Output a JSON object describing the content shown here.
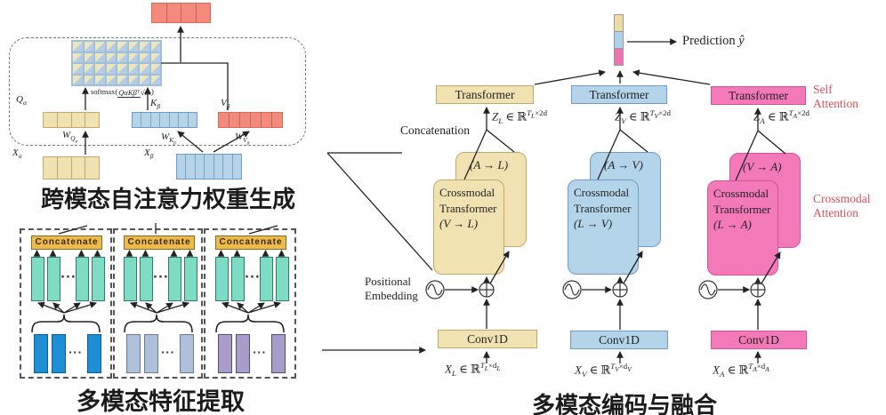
{
  "palette": {
    "yellow": "#F1E2B1",
    "yellow_border": "#C2A96B",
    "blue": "#B4D4EA",
    "blue_border": "#6E9CC9",
    "pink": "#F479B8",
    "pink_border": "#D8509C",
    "salmon": "#F48A7B",
    "salmon_border": "#D96A58",
    "teal": "#7FDCC4",
    "orange": "#EDBA4D",
    "red_label": "#D94F5C",
    "line": "#222222"
  },
  "qkv": {
    "title": "跨模态自注意力权重生成",
    "matrix": {
      "rows": 4,
      "cols": 8
    },
    "bars": {
      "out_cells": 4,
      "q_cells": 4,
      "k_cells": 7,
      "v_cells": 6,
      "xa_cells": 4,
      "xb_cells": 7
    },
    "formula": {
      "fn": "softmax",
      "open": "(",
      "top": "QαKβᵀ",
      "bottom": "√dₖ",
      "close": ")"
    },
    "labels": {
      "Q": {
        "v": "Q",
        "sub": "α"
      },
      "K": {
        "v": "K",
        "sub": "β"
      },
      "V": {
        "v": "V",
        "sub": "β"
      },
      "Xa": {
        "v": "X",
        "sub": "α"
      },
      "Xb": {
        "v": "X",
        "sub": "β"
      },
      "WQ": {
        "v": "W",
        "sub": "Q",
        "subsub": "α"
      },
      "WK": {
        "v": "W",
        "sub": "K",
        "subsub": "β"
      },
      "WV": {
        "v": "W",
        "sub": "V",
        "subsub": "β"
      }
    }
  },
  "extract": {
    "title": "多模态特征提取",
    "concat_label": "Concatenate",
    "dots": "···",
    "boxes": [
      {
        "bar_color": "#1E8FD5",
        "bar_border": "#0E5E93"
      },
      {
        "bar_color": "#AFC1DA",
        "bar_border": "#6A7B98"
      },
      {
        "bar_color": "#A79DC8",
        "bar_border": "#544B79"
      }
    ]
  },
  "mult": {
    "title": "多模态编码与融合",
    "prediction": {
      "text": "Prediction",
      "yhat": "ŷ"
    },
    "concatenation_label": "Concatenation",
    "positional_embedding": {
      "line1": "Positional",
      "line2": "Embedding"
    },
    "self_attention": {
      "line1": "Self",
      "line2": "Attention"
    },
    "crossmodal_attention": {
      "line1": "Crossmodal",
      "line2": "Attention"
    },
    "output_segments": [
      "#EFDCA4",
      "#AED2EA",
      "#F172B4"
    ],
    "columns": [
      {
        "transformer_label": "Transformer",
        "conv_label": "Conv1D",
        "color": "#F1E2B1",
        "border": "#C2A96B",
        "back_label": "(A → L)",
        "front_lines": {
          "l1": "Crossmodal",
          "l2": "Transformer",
          "l3": "(V → L)"
        },
        "z": {
          "v": "Z",
          "vsub": "L",
          "mid": "∈ ℝ",
          "s1": "T",
          "s1sub": "L",
          "s2": "×2d",
          "s2sub": ""
        },
        "x": {
          "v": "X",
          "vsub": "L",
          "mid": "∈ ℝ",
          "s1": "T",
          "s1sub": "L",
          "s2": "×d",
          "s2sub": "L"
        }
      },
      {
        "transformer_label": "Transformer",
        "conv_label": "Conv1D",
        "color": "#B4D4EA",
        "border": "#6E9CC9",
        "back_label": "(A → V)",
        "front_lines": {
          "l1": "Crossmodal",
          "l2": "Transformer",
          "l3": "(L → V)"
        },
        "z": {
          "v": "Z",
          "vsub": "V",
          "mid": "∈ ℝ",
          "s1": "T",
          "s1sub": "V",
          "s2": "×2d",
          "s2sub": ""
        },
        "x": {
          "v": "X",
          "vsub": "V",
          "mid": "∈ ℝ",
          "s1": "T",
          "s1sub": "V",
          "s2": "×d",
          "s2sub": "V"
        }
      },
      {
        "transformer_label": "Transformer",
        "conv_label": "Conv1D",
        "color": "#F479B8",
        "border": "#D8509C",
        "back_label": "(V → A)",
        "front_lines": {
          "l1": "Crossmodal",
          "l2": "Transformer",
          "l3": "(L → A)"
        },
        "z": {
          "v": "Z",
          "vsub": "A",
          "mid": "∈ ℝ",
          "s1": "T",
          "s1sub": "A",
          "s2": "×2d",
          "s2sub": ""
        },
        "x": {
          "v": "X",
          "vsub": "A",
          "mid": "∈ ℝ",
          "s1": "T",
          "s1sub": "A",
          "s2": "×d",
          "s2sub": "A"
        }
      }
    ]
  }
}
